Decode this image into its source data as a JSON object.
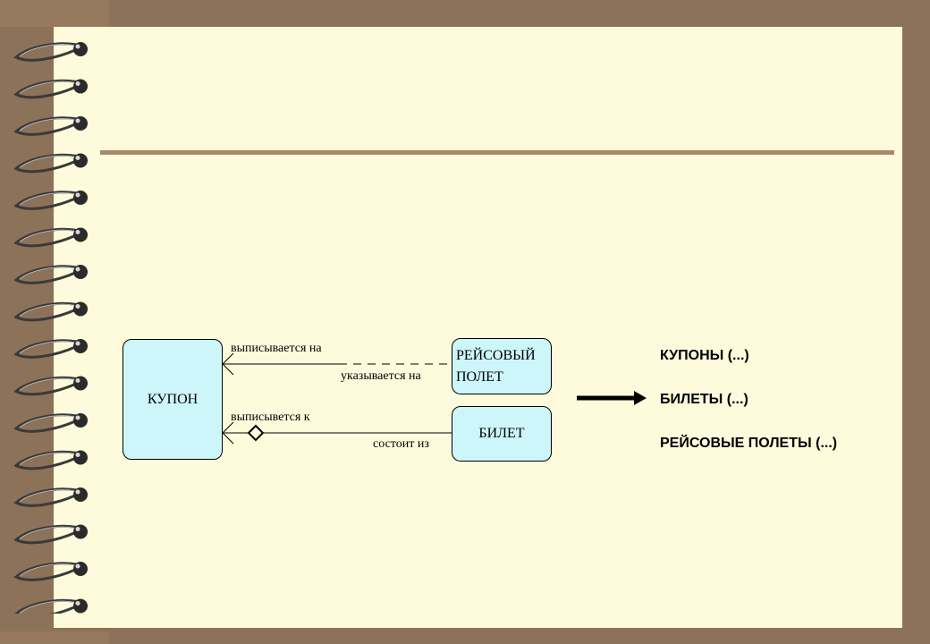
{
  "diagram": {
    "entities": {
      "coupon": "КУПОН",
      "flight_line1": "РЕЙСОВЫЙ",
      "flight_line2": "ПОЛЕТ",
      "ticket": "БИЛЕТ"
    },
    "relationships": {
      "coupon_to_flight": "выписывается на",
      "flight_to_coupon": "указывается на",
      "coupon_to_ticket": "выписывется к",
      "ticket_to_coupon": "состоит из"
    },
    "arrow_icon": "right-arrow-icon"
  },
  "tables": [
    "КУПОНЫ (...)",
    "БИЛЕТЫ (...)",
    "РЕЙСОВЫЕ ПОЛЕТЫ (...)"
  ],
  "colors": {
    "background": "#8c7259",
    "paper": "#fefbdc",
    "rule": "#a88a6a",
    "entity_fill": "#cdf6fb"
  }
}
